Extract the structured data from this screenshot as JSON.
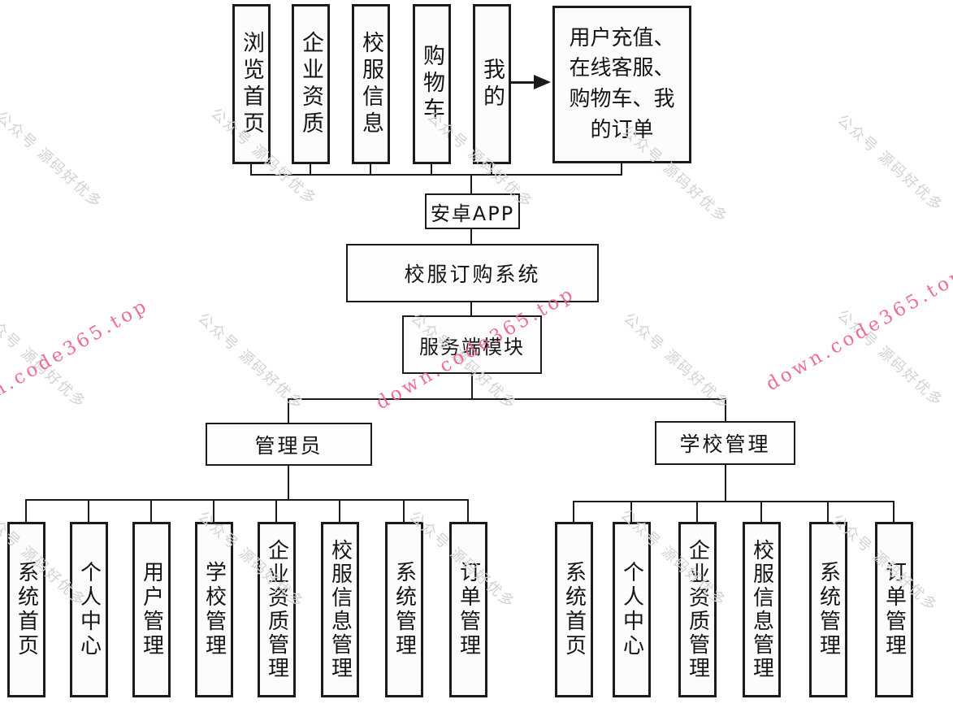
{
  "diagram": {
    "client_modules": [
      "浏览首页",
      "企业资质",
      "校服信息",
      "购物车",
      "我的"
    ],
    "my_features": "用户充值、在线客服、购物车、我的订单",
    "app_node": "安卓APP",
    "system_node": "校服订购系统",
    "server_node": "服务端模块",
    "admin_node": "管理员",
    "school_node": "学校管理",
    "admin_modules": [
      "系统首页",
      "个人中心",
      "用户管理",
      "学校管理",
      "企业资质管理",
      "校服信息管理",
      "系统管理",
      "订单管理"
    ],
    "school_modules": [
      "系统首页",
      "个人中心",
      "企业资质管理",
      "校服信息管理",
      "系统管理",
      "订单管理"
    ]
  },
  "watermark": {
    "wechat": "公众号 源码好优多",
    "site": "down.code365.top",
    "gray_color": "#d2d2d2",
    "pink_color": "#ee5f87"
  },
  "colors": {
    "line": "#1b1b1b",
    "box_fill": "#fcfcfd",
    "background": "#ffffff"
  }
}
